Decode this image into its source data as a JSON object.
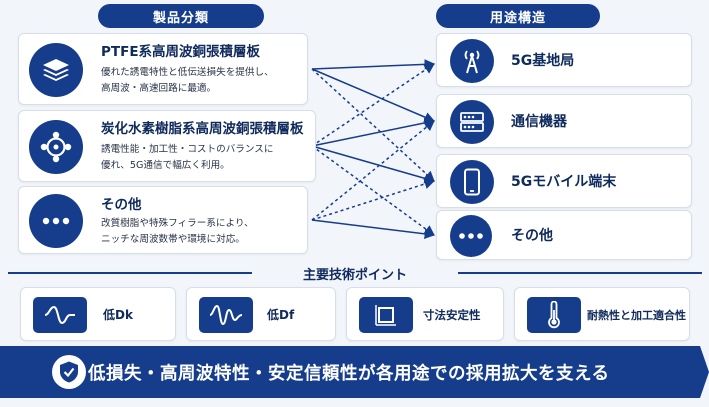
{
  "headers": {
    "products": "製品分類",
    "applications": "用途構造",
    "key_points": "主要技術ポイント"
  },
  "products": [
    {
      "title": "PTFE系高周波銅張積層板",
      "desc1": "優れた誘電特性と低伝送損失を提供し、",
      "desc2": "高周波・高速回路に最適。",
      "icon": "layers-icon"
    },
    {
      "title": "炭化水素樹脂系高周波銅張積層板",
      "desc1": "誘電性能・加工性・コストのバランスに",
      "desc2": "優れ、5G通信で幅広く利用。",
      "icon": "molecule-icon"
    },
    {
      "title": "その他",
      "desc1": "改質樹脂や特殊フィラー系により、",
      "desc2": "ニッチな周波数帯や環境に対応。",
      "icon": "more-icon"
    }
  ],
  "applications": [
    {
      "label": "5G基地局",
      "icon": "antenna-tower-icon"
    },
    {
      "label": "通信機器",
      "icon": "server-icon"
    },
    {
      "label": "5Gモバイル端末",
      "icon": "smartphone-icon"
    },
    {
      "label": "その他",
      "icon": "more-icon"
    }
  ],
  "key_points": [
    {
      "label": "低Dk",
      "icon": "wave-icon"
    },
    {
      "label": "低Df",
      "icon": "dampened-wave-icon"
    },
    {
      "label": "寸法安定性",
      "icon": "dimension-frame-icon"
    },
    {
      "label": "耐熱性と加工適合性",
      "icon": "thermometer-icon"
    }
  ],
  "banner": {
    "text": "低損失・高周波特性・安定信頼性が各用途での採用拡大を支える",
    "icon": "shield-check-icon"
  },
  "colors": {
    "navy": "#163d8c",
    "card_border": "#d6deea",
    "background": "#f2f5fa"
  },
  "connections": [
    {
      "from": 0,
      "to": 0,
      "style": "solid"
    },
    {
      "from": 0,
      "to": 1,
      "style": "solid"
    },
    {
      "from": 0,
      "to": 2,
      "style": "dashed"
    },
    {
      "from": 1,
      "to": 0,
      "style": "dashed"
    },
    {
      "from": 1,
      "to": 1,
      "style": "solid"
    },
    {
      "from": 1,
      "to": 2,
      "style": "solid"
    },
    {
      "from": 1,
      "to": 3,
      "style": "dashed"
    },
    {
      "from": 2,
      "to": 1,
      "style": "dashed"
    },
    {
      "from": 2,
      "to": 2,
      "style": "dashed"
    },
    {
      "from": 2,
      "to": 3,
      "style": "solid"
    }
  ]
}
